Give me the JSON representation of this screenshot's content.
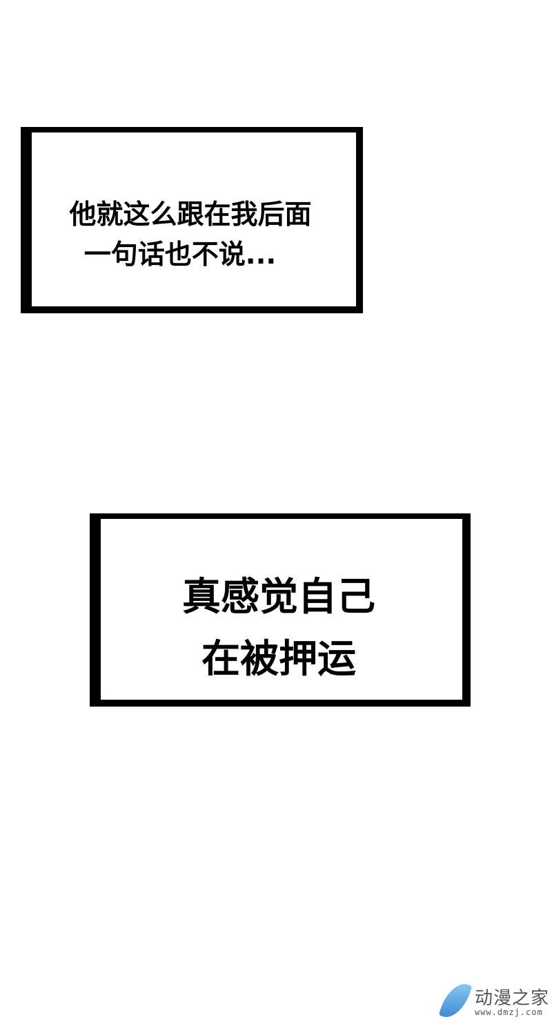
{
  "panels": [
    {
      "lines": [
        "他就这么跟在我后面",
        "一句话也不说..."
      ]
    },
    {
      "lines": [
        "真感觉自己",
        "在被押运"
      ]
    }
  ],
  "watermark": {
    "name": "动漫之家",
    "url": "www.dmzj.com",
    "icon": "wing-logo-icon",
    "color": "#4a90d9"
  }
}
